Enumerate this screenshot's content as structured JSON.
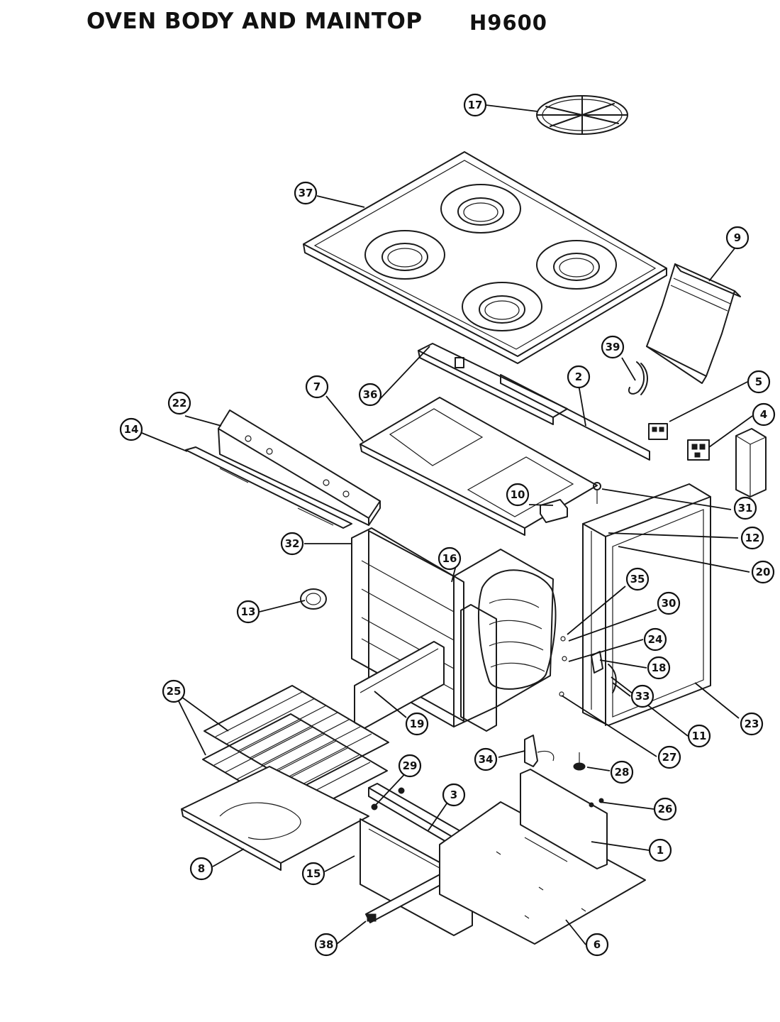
{
  "header": {
    "title": "OVEN BODY AND MAINTOP",
    "model": "H9600"
  },
  "callouts": [
    {
      "label": "17"
    },
    {
      "label": "37"
    },
    {
      "label": "9"
    },
    {
      "label": "36"
    },
    {
      "label": "39"
    },
    {
      "label": "2"
    },
    {
      "label": "5"
    },
    {
      "label": "7"
    },
    {
      "label": "22"
    },
    {
      "label": "4"
    },
    {
      "label": "14"
    },
    {
      "label": "10"
    },
    {
      "label": "31"
    },
    {
      "label": "12"
    },
    {
      "label": "20"
    },
    {
      "label": "32"
    },
    {
      "label": "16"
    },
    {
      "label": "35"
    },
    {
      "label": "13"
    },
    {
      "label": "30"
    },
    {
      "label": "24"
    },
    {
      "label": "18"
    },
    {
      "label": "25"
    },
    {
      "label": "33"
    },
    {
      "label": "19"
    },
    {
      "label": "23"
    },
    {
      "label": "11"
    },
    {
      "label": "34"
    },
    {
      "label": "27"
    },
    {
      "label": "29"
    },
    {
      "label": "28"
    },
    {
      "label": "3"
    },
    {
      "label": "26"
    },
    {
      "label": "1"
    },
    {
      "label": "8"
    },
    {
      "label": "15"
    },
    {
      "label": "38"
    },
    {
      "label": "6"
    }
  ]
}
